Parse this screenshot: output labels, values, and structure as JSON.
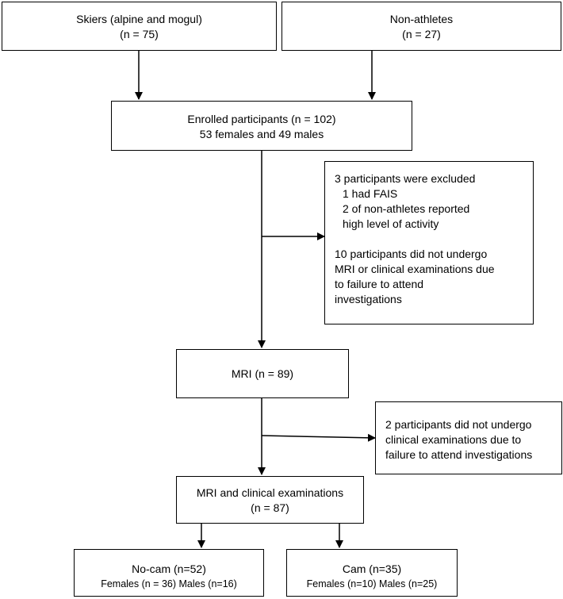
{
  "boxes": {
    "skiers": {
      "title": "Skiers (alpine and mogul)",
      "count": "(n = 75)"
    },
    "non_athletes": {
      "title": "Non-athletes",
      "count": "(n = 27)"
    },
    "enrolled": {
      "title": "Enrolled participants (n = 102)",
      "detail": "53 females and 49 males"
    },
    "excluded": {
      "line1": "3 participants were excluded",
      "line2": "1 had FAIS",
      "line3": "2 of non-athletes reported",
      "line4": "high level of activity",
      "line5": "10 participants did not undergo",
      "line6": "MRI or clinical examinations due",
      "line7": "to failure to attend",
      "line8": "investigations"
    },
    "mri": {
      "title": "MRI  (n = 89)"
    },
    "no_clinical": {
      "line1": "2 participants did not undergo",
      "line2": "clinical examinations due to",
      "line3": "failure to attend investigations"
    },
    "mri_clinical": {
      "title": "MRI and clinical examinations",
      "count": "(n = 87)"
    },
    "no_cam": {
      "title": "No-cam (n=52)",
      "detail": "Females (n = 36) Males (n=16)"
    },
    "cam": {
      "title": "Cam (n=35)",
      "detail": "Females (n=10) Males (n=25)"
    }
  }
}
